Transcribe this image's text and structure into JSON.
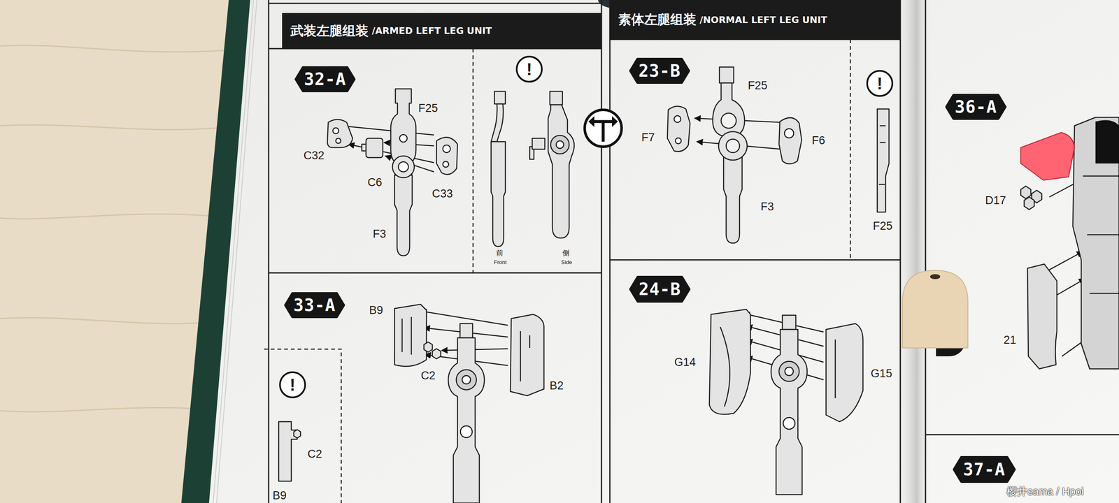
{
  "diagram": {
    "nodes": [
      {
        "text": [
          "武装左腿组装",
          "/ARMED LEFT LEG UNIT"
        ]
      },
      {
        "text": [
          "素体左腿组装",
          "/NORMAL LEFT LEG UNIT"
        ]
      },
      {
        "text": [
          "32-A"
        ]
      },
      {
        "text": [
          "23-B"
        ]
      },
      {
        "text": [
          "36-A"
        ]
      },
      {
        "text": [
          "33-A"
        ]
      },
      {
        "text": [
          "24-B"
        ]
      },
      {
        "text": [
          "37-A"
        ]
      }
    ],
    "labels": [
      "!",
      "F25",
      "C32",
      "C6",
      "C33",
      "F3",
      "前",
      "Front",
      "侧",
      "Side",
      "F25",
      "F7",
      "F6",
      "F3",
      "!",
      "F25",
      "D17",
      "B9",
      "C2",
      "B2",
      "G14",
      "G15",
      "!",
      "21",
      "C2",
      "B9",
      "樱井sama / Hpoi"
    ]
  }
}
